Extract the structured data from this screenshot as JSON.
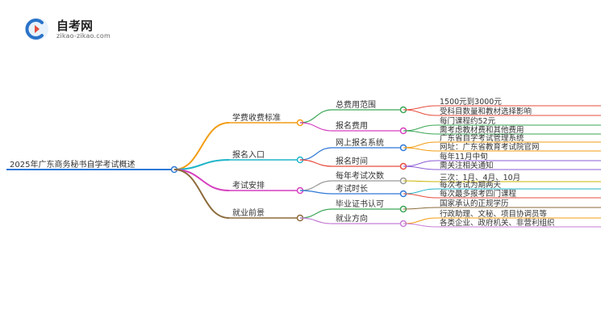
{
  "logo": {
    "title": "自考网",
    "subtitle": "zikao-zikao.com"
  },
  "root": "2025年广东商务秘书自学考试概述",
  "branches": [
    {
      "label": "学费收费标准",
      "color": "#f39c12",
      "children": [
        {
          "label": "总费用范围",
          "color": "#3aa655",
          "leaves": [
            {
              "label": "1500元到3000元",
              "color": "#e74c3c"
            },
            {
              "label": "受科目数量和教材选择影响",
              "color": "#e74c3c"
            }
          ]
        },
        {
          "label": "报名费用",
          "color": "#d63fbf",
          "leaves": [
            {
              "label": "每门课程约52元",
              "color": "#3aa655"
            },
            {
              "label": "需考虑教材费和其他费用",
              "color": "#3aa655"
            }
          ]
        }
      ]
    },
    {
      "label": "报名入口",
      "color": "#1fb5c9",
      "children": [
        {
          "label": "网上报名系统",
          "color": "#2e78d6",
          "leaves": [
            {
              "label": "广东省自学考试管理系统",
              "color": "#f39c12"
            },
            {
              "label": "网址：广东省教育考试院官网",
              "color": "#f39c12"
            }
          ]
        },
        {
          "label": "报名时间",
          "color": "#e74c3c",
          "leaves": [
            {
              "label": "每年11月中旬",
              "color": "#8e5cd6"
            },
            {
              "label": "需关注相关通知",
              "color": "#8e5cd6"
            }
          ]
        }
      ]
    },
    {
      "label": "考试安排",
      "color": "#d63fbf",
      "children": [
        {
          "label": "每年考试次数",
          "color": "#999999",
          "leaves": [
            {
              "label": "三次：1月、4月、10月",
              "color": "#c8b400"
            }
          ]
        },
        {
          "label": "考试时长",
          "color": "#2e78d6",
          "leaves": [
            {
              "label": "每次考试为期两天",
              "color": "#1fb5c9"
            },
            {
              "label": "每次最多报考四门课程",
              "color": "#e74c3c"
            }
          ]
        }
      ]
    },
    {
      "label": "就业前景",
      "color": "#8b6a3a",
      "children": [
        {
          "label": "毕业证书认可",
          "color": "#3aa655",
          "leaves": [
            {
              "label": "国家承认的正规学历",
              "color": "#8b6a3a"
            }
          ]
        },
        {
          "label": "就业方向",
          "color": "#c77ed6",
          "leaves": [
            {
              "label": "行政助理、文秘、项目协调员等",
              "color": "#f39c12"
            },
            {
              "label": "各类企业、政府机关、非营利组织",
              "color": "#c77ed6"
            }
          ]
        }
      ]
    }
  ]
}
